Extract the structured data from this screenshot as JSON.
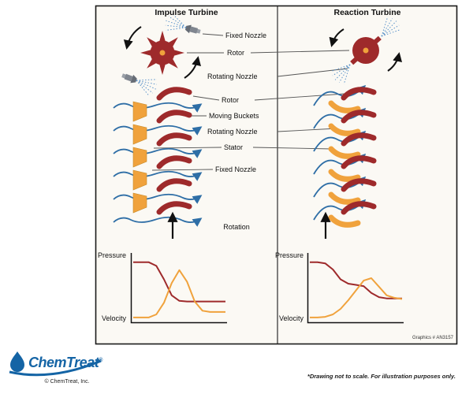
{
  "diagram": {
    "impulse_title": "Impulse Turbine",
    "reaction_title": "Reaction Turbine",
    "top_labels": {
      "fixed_nozzle": "Fixed Nozzle",
      "rotor": "Rotor",
      "rotating_nozzle": "Rotating Nozzle"
    },
    "cascade_labels": {
      "rotor": "Rotor",
      "moving_buckets": "Moving Buckets",
      "rotating_nozzle": "Rotating Nozzle",
      "stator": "Stator",
      "fixed_nozzle": "Fixed Nozzle",
      "rotation": "Rotation"
    },
    "axis_labels": {
      "pressure": "Pressure",
      "velocity": "Velocity"
    },
    "graphics_ref": "Graphics # AN3157",
    "colors": {
      "rotor_red": "#9e2a2b",
      "nozzle_orange": "#f0a23c",
      "flow_blue": "#2e6ea6",
      "frame_background": "#fbf9f4"
    }
  },
  "footer": {
    "logo_text": "ChemTreat",
    "logo_mark": "®",
    "copyright": "© ChemTreat, Inc.",
    "disclaimer": "*Drawing not to scale. For illustration purposes only.",
    "logo_blue": "#1464a5"
  },
  "chart_data": [
    {
      "type": "line",
      "title": "Impulse Turbine",
      "ylabel_top": "Pressure",
      "ylabel_bottom": "Velocity",
      "x": [
        0,
        1,
        2,
        3,
        4,
        5,
        6,
        7,
        8,
        9,
        10,
        11,
        12
      ],
      "series": [
        {
          "name": "Pressure",
          "color": "#9e2a2b",
          "values": [
            94,
            94,
            94,
            88,
            66,
            40,
            31,
            30,
            30,
            30,
            30,
            30,
            30
          ]
        },
        {
          "name": "Velocity",
          "color": "#f0a23c",
          "values": [
            4,
            4,
            4,
            9,
            28,
            60,
            81,
            62,
            30,
            15,
            13,
            13,
            13
          ]
        }
      ],
      "ylim": [
        0,
        100
      ],
      "grid": false,
      "legend": "none",
      "note": "axes unlabeled in source; values estimated as percent of axis height"
    },
    {
      "type": "line",
      "title": "Reaction Turbine",
      "ylabel_top": "Pressure",
      "ylabel_bottom": "Velocity",
      "x": [
        0,
        1,
        2,
        3,
        4,
        5,
        6,
        7,
        8,
        9,
        10,
        11,
        12
      ],
      "series": [
        {
          "name": "Pressure",
          "color": "#9e2a2b",
          "values": [
            94,
            94,
            92,
            82,
            66,
            59,
            57,
            55,
            44,
            37,
            35,
            35,
            35
          ]
        },
        {
          "name": "Velocity",
          "color": "#f0a23c",
          "values": [
            4,
            4,
            5,
            9,
            18,
            32,
            48,
            64,
            68,
            54,
            40,
            36,
            34
          ]
        }
      ],
      "ylim": [
        0,
        100
      ],
      "grid": false,
      "legend": "none",
      "note": "axes unlabeled in source; values estimated as percent of axis height"
    }
  ]
}
